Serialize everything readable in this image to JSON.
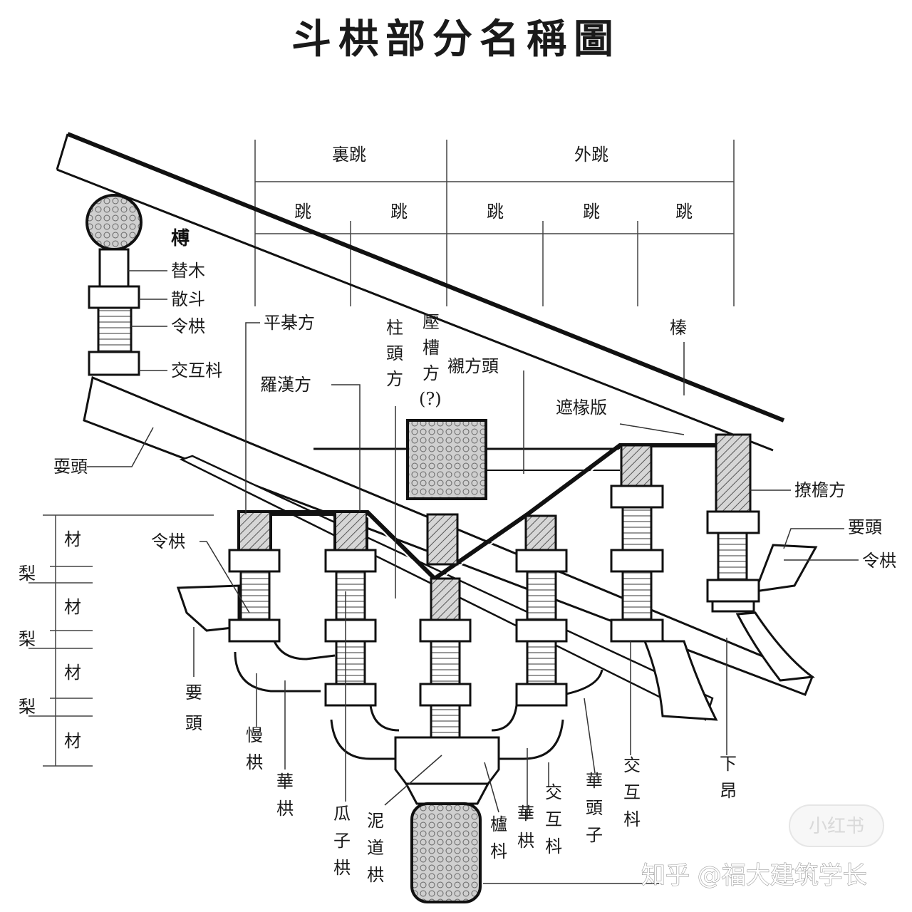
{
  "title": "斗栱部分名稱圖",
  "header": {
    "inner": "裏跳",
    "outer": "外跳",
    "tiao": [
      "跳",
      "跳",
      "跳",
      "跳",
      "跳"
    ]
  },
  "labels": {
    "chuan": "榑",
    "timu": "替木",
    "sando": "散斗",
    "lingong_top": "令栱",
    "jiaohudou_top": "交互枓",
    "shuatou": "耍頭",
    "pingqifang": "平棊方",
    "zhutoufang": [
      "柱",
      "頭",
      "方"
    ],
    "yacaofang": [
      "壓",
      "槽",
      "方"
    ],
    "question": "(?)",
    "chenfangtou": "襯方頭",
    "luohanfang": "羅漢方",
    "chuan_right": "榛",
    "bian": "遮椽版",
    "liaoyanfang": "撩檐方",
    "shuatou_right": "要頭",
    "lingong_right": "令栱",
    "lingong_left": "令栱",
    "yaotou_left": [
      "要",
      "頭"
    ],
    "mangong": [
      "慢",
      "栱"
    ],
    "huagong": [
      "華",
      "栱"
    ],
    "guazigong": [
      "瓜",
      "子",
      "栱"
    ],
    "nidaogong": [
      "泥",
      "道",
      "栱"
    ],
    "lidou": [
      "櫨",
      "枓"
    ],
    "huagong2": [
      "華",
      "栱"
    ],
    "jiaohudou2": [
      "交",
      "互",
      "枓"
    ],
    "huatouzi": [
      "華",
      "頭",
      "子"
    ],
    "jiaohudou3": [
      "交",
      "互",
      "枓"
    ],
    "xiaang": [
      "下",
      "昂"
    ]
  },
  "scale": {
    "cai": [
      "材",
      "材",
      "材",
      "材"
    ],
    "zhi": [
      "梨",
      "梨",
      "梨"
    ]
  },
  "watermark": "知乎 @福大建筑学长",
  "badge": "小红书"
}
